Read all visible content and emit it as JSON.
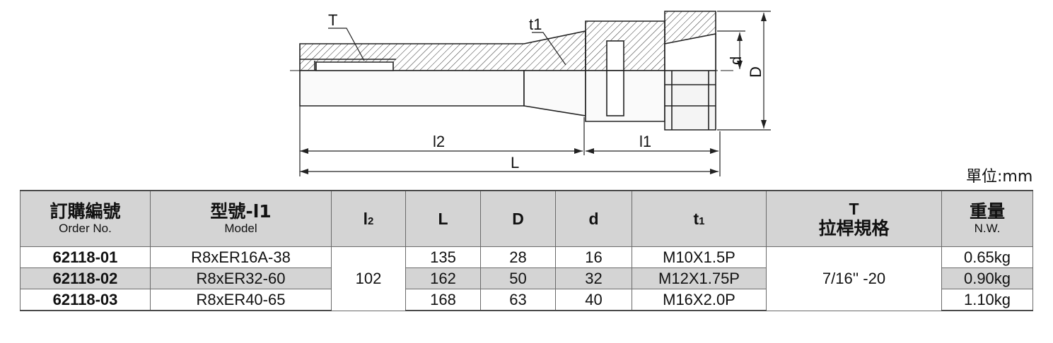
{
  "drawing": {
    "labels": {
      "T": "T",
      "t1": "t1",
      "d": "d",
      "D": "D",
      "l2": "l2",
      "l1": "l1",
      "L": "L"
    }
  },
  "unit_label": "單位:mm",
  "table": {
    "headers": {
      "order_zh": "訂購編號",
      "order_en": "Order No.",
      "model_zh": "型號-l1",
      "model_en": "Model",
      "l2_main": "l",
      "l2_sub": "2",
      "L": "L",
      "D": "D",
      "d": "d",
      "t1_main": "t",
      "t1_sub": "1",
      "T_sym": "T",
      "T_zh": "拉桿規格",
      "nw_zh": "重量",
      "nw_en": "N.W."
    },
    "shared": {
      "l2": "102",
      "T": "7/16'' -20"
    },
    "rows": [
      {
        "order": "62118-01",
        "model": "R8xER16A-38",
        "L": "135",
        "D": "28",
        "d": "16",
        "t1": "M10X1.5P",
        "nw": "0.65kg"
      },
      {
        "order": "62118-02",
        "model": "R8xER32-60",
        "L": "162",
        "D": "50",
        "d": "32",
        "t1": "M12X1.75P",
        "nw": "0.90kg"
      },
      {
        "order": "62118-03",
        "model": "R8xER40-65",
        "L": "168",
        "D": "63",
        "d": "40",
        "t1": "M16X2.0P",
        "nw": "1.10kg"
      }
    ]
  }
}
